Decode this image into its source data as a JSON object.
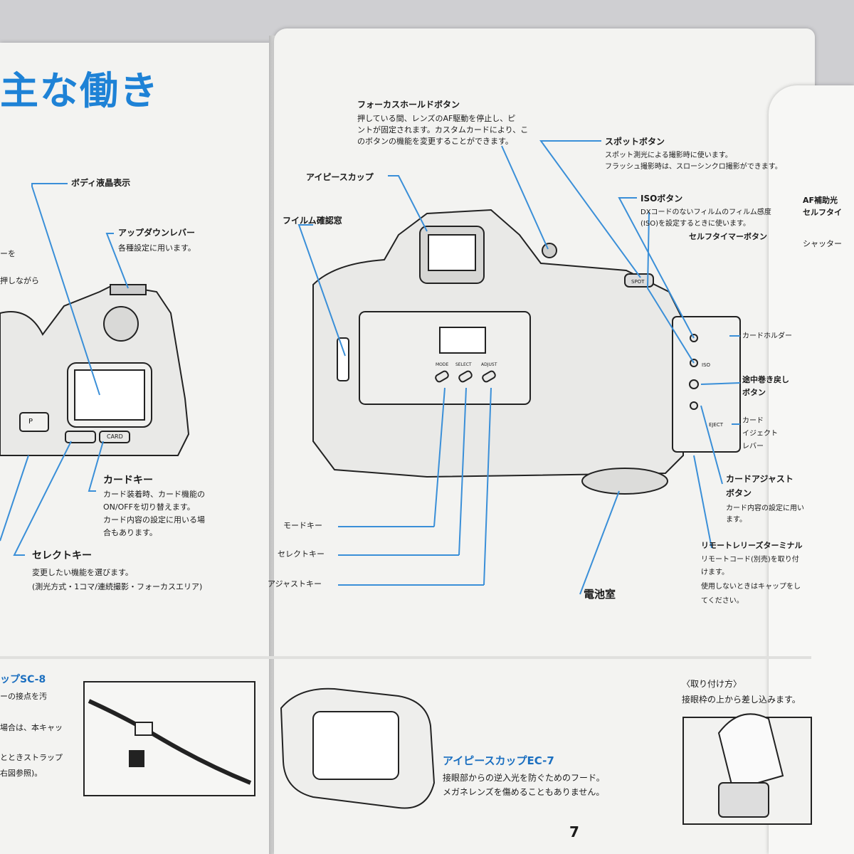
{
  "left_page": {
    "title": "主な働き",
    "labels": {
      "body_lcd": "ボディ液晶表示",
      "updown_title": "アップダウンレバー",
      "updown_desc": "各種設定に用います。",
      "frag_lever": "ーを",
      "frag_press": "押しながら",
      "card_key_title": "カードキー",
      "card_key_desc": [
        "カード装着時、カード機能の",
        "ON/OFFを切り替えます。",
        "カード内容の設定に用いる場",
        "合もあります。"
      ],
      "select_key_title": "セレクトキー",
      "select_key_desc": [
        "変更したい機能を選びます。",
        "(測光方式・1コマ/連続撮影・フォーカスエリア)"
      ],
      "strap_title": "ップSC-8",
      "strap_desc": [
        "ーの接点を汚",
        "場合は、本キャッ",
        "とときストラップ",
        "右図参照)。"
      ]
    },
    "camera_marks": {
      "p_button": "P",
      "card_button": "CARD"
    }
  },
  "right_page": {
    "labels": {
      "focus_hold_title": "フォーカスホールドボタン",
      "focus_hold_desc": [
        "押している間、レンズのAF駆動を停止し、ピ",
        "ントが固定されます。カスタムカードにより、こ",
        "のボタンの機能を変更することができます。"
      ],
      "spot_title": "スポットボタン",
      "spot_desc": [
        "スポット測光による撮影時に使います。",
        "フラッシュ撮影時は、スローシンクロ撮影ができます。"
      ],
      "iso_title": "ISOボタン",
      "iso_desc": [
        "DXコードのないフィルムのフィルム感度",
        "(ISO)を設定するときに使います。"
      ],
      "self_timer": "セルフタイマーボタン",
      "eyepiece_cup": "アイピースカップ",
      "film_window": "フイルム確認窓",
      "card_cover": "カードホルダー",
      "midroll_title": "途中巻き戻し",
      "midroll_sub": "ボタン",
      "card_eject_1": "カード",
      "card_eject_2": "イジェクト",
      "card_eject_3": "レバー",
      "card_adjust_title": "カードアジャスト",
      "card_adjust_sub": "ボタン",
      "card_adjust_desc": [
        "カード内容の設定に用い",
        "ます。"
      ],
      "remote_title": "リモートレリーズターミナル",
      "remote_desc": [
        "リモートコード(別売)を取り付",
        "けます。",
        "使用しないときはキャップをし",
        "てください。"
      ],
      "mode_key": "モードキー",
      "select_key": "セレクトキー",
      "adjust_key": "アジャストキー",
      "battery": "電池室",
      "key_marks": [
        "MODE",
        "SELECT",
        "ADJUST"
      ],
      "side_marks": [
        "SPOT",
        "ISO",
        "EJECT"
      ]
    },
    "eyecup": {
      "title": "アイピースカップEC-7",
      "desc": [
        "接眼部からの逆入光を防ぐためのフード。",
        "メガネレンズを傷めることもありません。"
      ]
    },
    "attach": {
      "title": "〈取り付け方〉",
      "desc": "接眼枠の上から差し込みます。"
    },
    "page_number": "7"
  },
  "third_page": {
    "labels": [
      "AF補助光",
      "セルフタイ",
      "シャッター"
    ]
  }
}
